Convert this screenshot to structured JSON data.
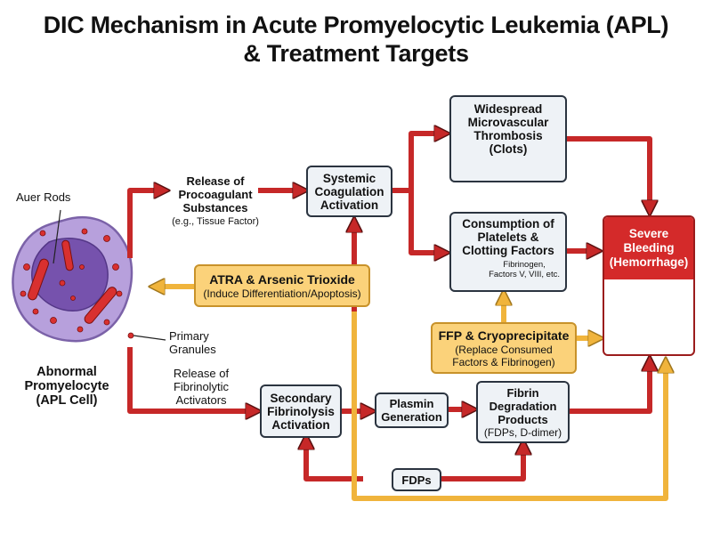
{
  "title": {
    "line1": "DIC Mechanism in Acute Promyelocytic Leukemia (APL)",
    "line2": "& Treatment Targets"
  },
  "cell": {
    "auer_label": "Auer Rods",
    "granules_label_1": "Primary",
    "granules_label_2": "Granules",
    "name_1": "Abnormal",
    "name_2": "Promyelocyte",
    "name_3": "(APL Cell)"
  },
  "procoagulant": {
    "line1": "Release of",
    "line2": "Procoagulant",
    "line3": "Substances",
    "example": "(e.g., Tissue Factor)"
  },
  "fibrinolytic": {
    "line1": "Release of",
    "line2": "Fibrinolytic",
    "line3": "Activators"
  },
  "systemic": {
    "line1": "Systemic",
    "line2": "Coagulation",
    "line3": "Activation"
  },
  "thrombosis": {
    "line1": "Widespread",
    "line2": "Microvascular",
    "line3": "Thrombosis",
    "line4": "(Clots)"
  },
  "consumption": {
    "line1": "Consumption of",
    "line2": "Platelets &",
    "line3": "Clotting Factors",
    "detail1": "Fibrinogen,",
    "detail2": "Factors V, VIII, etc."
  },
  "bleeding": {
    "line1": "Severe",
    "line2": "Bleeding",
    "line3": "(Hemorrhage)"
  },
  "atra": {
    "title": "ATRA & Arsenic Trioxide",
    "sub": "(Induce Differentiation/Apoptosis)"
  },
  "ffp": {
    "title": "FFP & Cryoprecipitate",
    "sub1": "(Replace Consumed",
    "sub2": "Factors & Fibrinogen)"
  },
  "secondary": {
    "line1": "Secondary",
    "line2": "Fibrinolysis",
    "line3": "Activation"
  },
  "plasmin": {
    "line1": "Plasmin",
    "line2": "Generation"
  },
  "fdp_box": {
    "line1": "Fibrin",
    "line2": "Degradation",
    "line3": "Products",
    "line4": "(FDPs, D-dimer)"
  },
  "fdps": {
    "label": "FDPs"
  },
  "colors": {
    "arrow_red": "#c62828",
    "arrow_orange": "#f0b43c",
    "cell_purple": "#9a7cc8",
    "nucleus": "#6f4aa8",
    "bleeding_red": "#d42a2a"
  }
}
